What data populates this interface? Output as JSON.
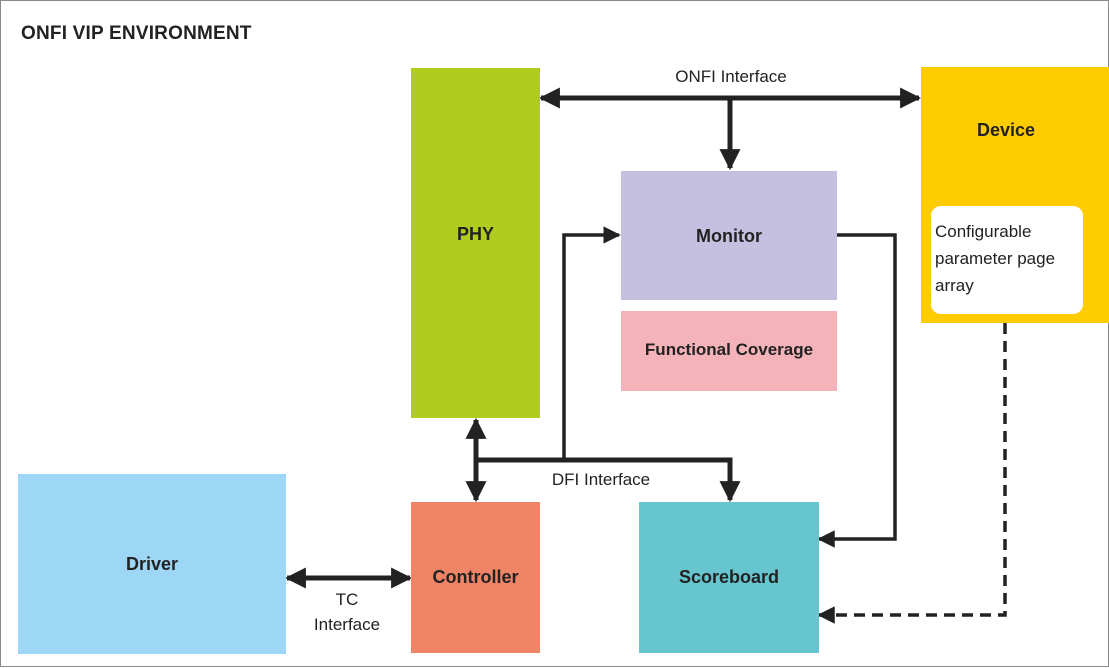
{
  "title": "ONFI VIP ENVIRONMENT",
  "blocks": {
    "phy": "PHY",
    "monitor": "Monitor",
    "functional_coverage": "Functional Coverage",
    "device": "Device",
    "param_array": "Configurable parameter page array",
    "driver": "Driver",
    "controller": "Controller",
    "scoreboard": "Scoreboard"
  },
  "interfaces": {
    "onfi": "ONFI Interface",
    "dfi": "DFI Interface",
    "tc_line1": "TC",
    "tc_line2": "Interface"
  },
  "colors": {
    "phy": "#b0cc1e",
    "monitor": "#c5bfe0",
    "functional_coverage": "#f4b3b8",
    "device": "#ffcc00",
    "driver": "#9dd7f5",
    "controller": "#f08466",
    "scoreboard": "#66c5cf",
    "wire": "#222222"
  }
}
